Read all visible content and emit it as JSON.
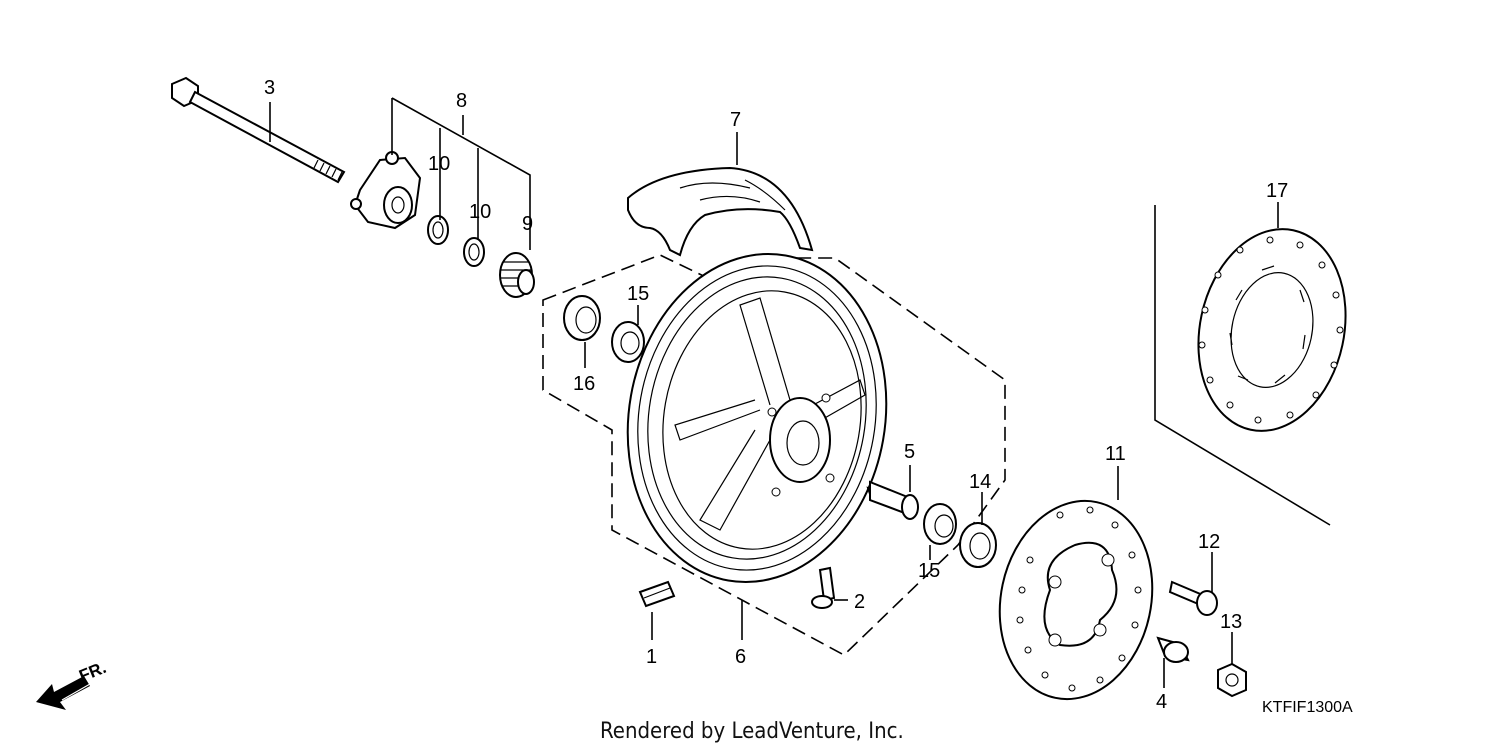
{
  "callouts": {
    "c1": "1",
    "c2": "2",
    "c3": "3",
    "c4": "4",
    "c5": "5",
    "c6": "6",
    "c7": "7",
    "c8": "8",
    "c9": "9",
    "c10a": "10",
    "c10b": "10",
    "c11": "11",
    "c12": "12",
    "c13": "13",
    "c14": "14",
    "c15a": "15",
    "c15b": "15",
    "c16": "16",
    "c17": "17"
  },
  "diagram_code": "KTFIF1300A",
  "direction_label": "FR.",
  "credit": "Rendered by LeadVenture, Inc.",
  "icons": {
    "direction": "front-arrow-icon"
  }
}
